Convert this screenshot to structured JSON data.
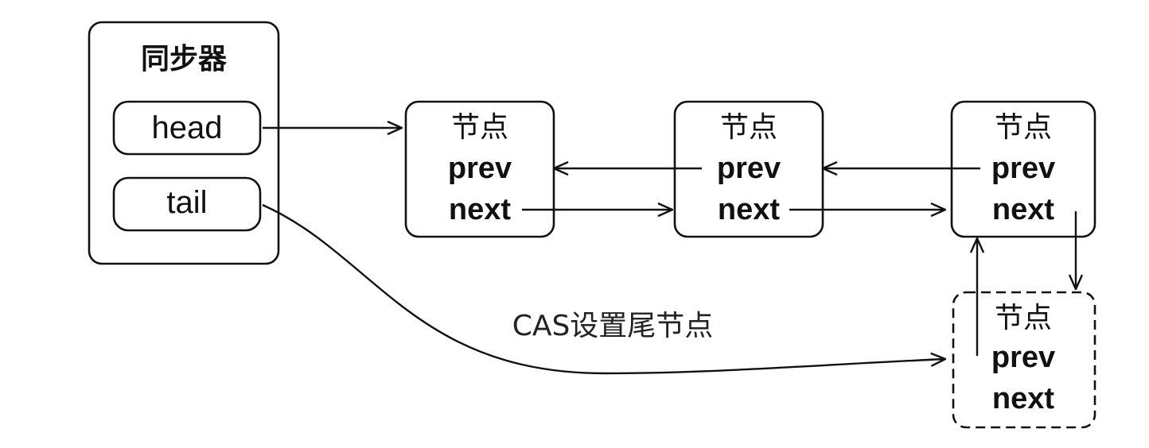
{
  "synchronizer": {
    "title": "同步器",
    "head_label": "head",
    "tail_label": "tail"
  },
  "nodes": [
    {
      "title": "节点",
      "prev": "prev",
      "next": "next"
    },
    {
      "title": "节点",
      "prev": "prev",
      "next": "next"
    },
    {
      "title": "节点",
      "prev": "prev",
      "next": "next"
    }
  ],
  "new_node": {
    "title": "节点",
    "prev": "prev",
    "next": "next",
    "style": "dashed"
  },
  "edge_label": "CAS设置尾节点",
  "colors": {
    "stroke": "#111111",
    "background": "#ffffff"
  }
}
